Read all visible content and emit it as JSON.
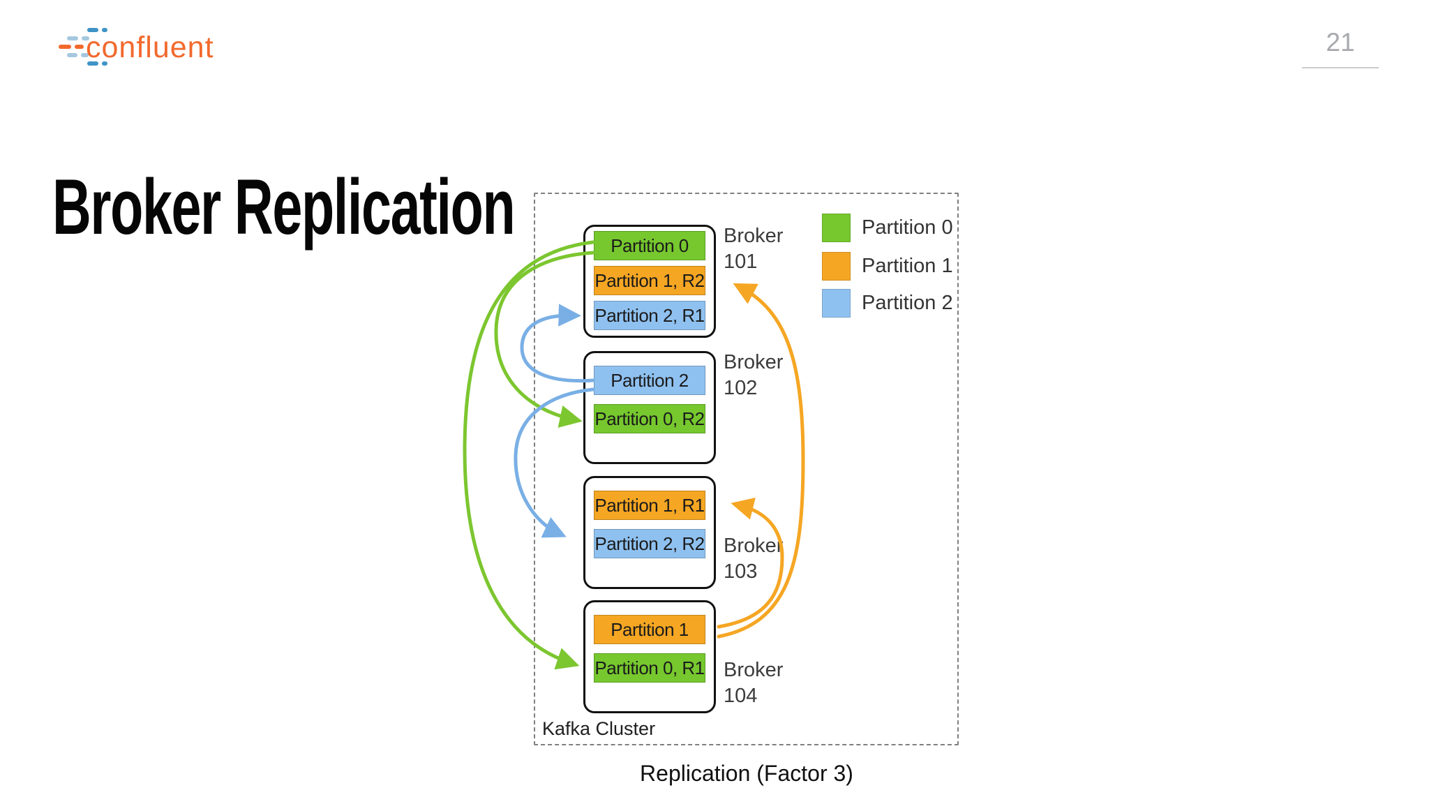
{
  "header": {
    "logo_text": "confluent",
    "page_number": "21"
  },
  "title": "Broker Replication",
  "diagram": {
    "cluster_label": "Kafka Cluster",
    "caption": "Replication (Factor 3)",
    "brokers": [
      {
        "label_line1": "Broker",
        "label_line2": "101",
        "partitions": [
          {
            "label": "Partition 0",
            "color": "green"
          },
          {
            "label": "Partition 1, R2",
            "color": "orange"
          },
          {
            "label": "Partition 2, R1",
            "color": "blue"
          }
        ]
      },
      {
        "label_line1": "Broker",
        "label_line2": "102",
        "partitions": [
          {
            "label": "Partition 2",
            "color": "blue"
          },
          {
            "label": "Partition 0, R2",
            "color": "green"
          }
        ]
      },
      {
        "label_line1": "Broker",
        "label_line2": "103",
        "partitions": [
          {
            "label": "Partition 1, R1",
            "color": "orange"
          },
          {
            "label": "Partition 2, R2",
            "color": "blue"
          }
        ]
      },
      {
        "label_line1": "Broker",
        "label_line2": "104",
        "partitions": [
          {
            "label": "Partition 1",
            "color": "orange"
          },
          {
            "label": "Partition 0, R1",
            "color": "green"
          }
        ]
      }
    ],
    "legend": [
      {
        "label": "Partition 0",
        "color": "green"
      },
      {
        "label": "Partition 1",
        "color": "orange"
      },
      {
        "label": "Partition 2",
        "color": "blue"
      }
    ],
    "colors": {
      "green": "#76C82E",
      "orange": "#F5A623",
      "blue": "#8FC1F0",
      "arrow_green": "#7CC62F",
      "arrow_blue": "#79AFE5",
      "arrow_orange": "#F5A623",
      "logo_orange": "#F2692D",
      "logo_blue": "#3F93C7",
      "logo_lightblue": "#A6C8DF"
    }
  }
}
